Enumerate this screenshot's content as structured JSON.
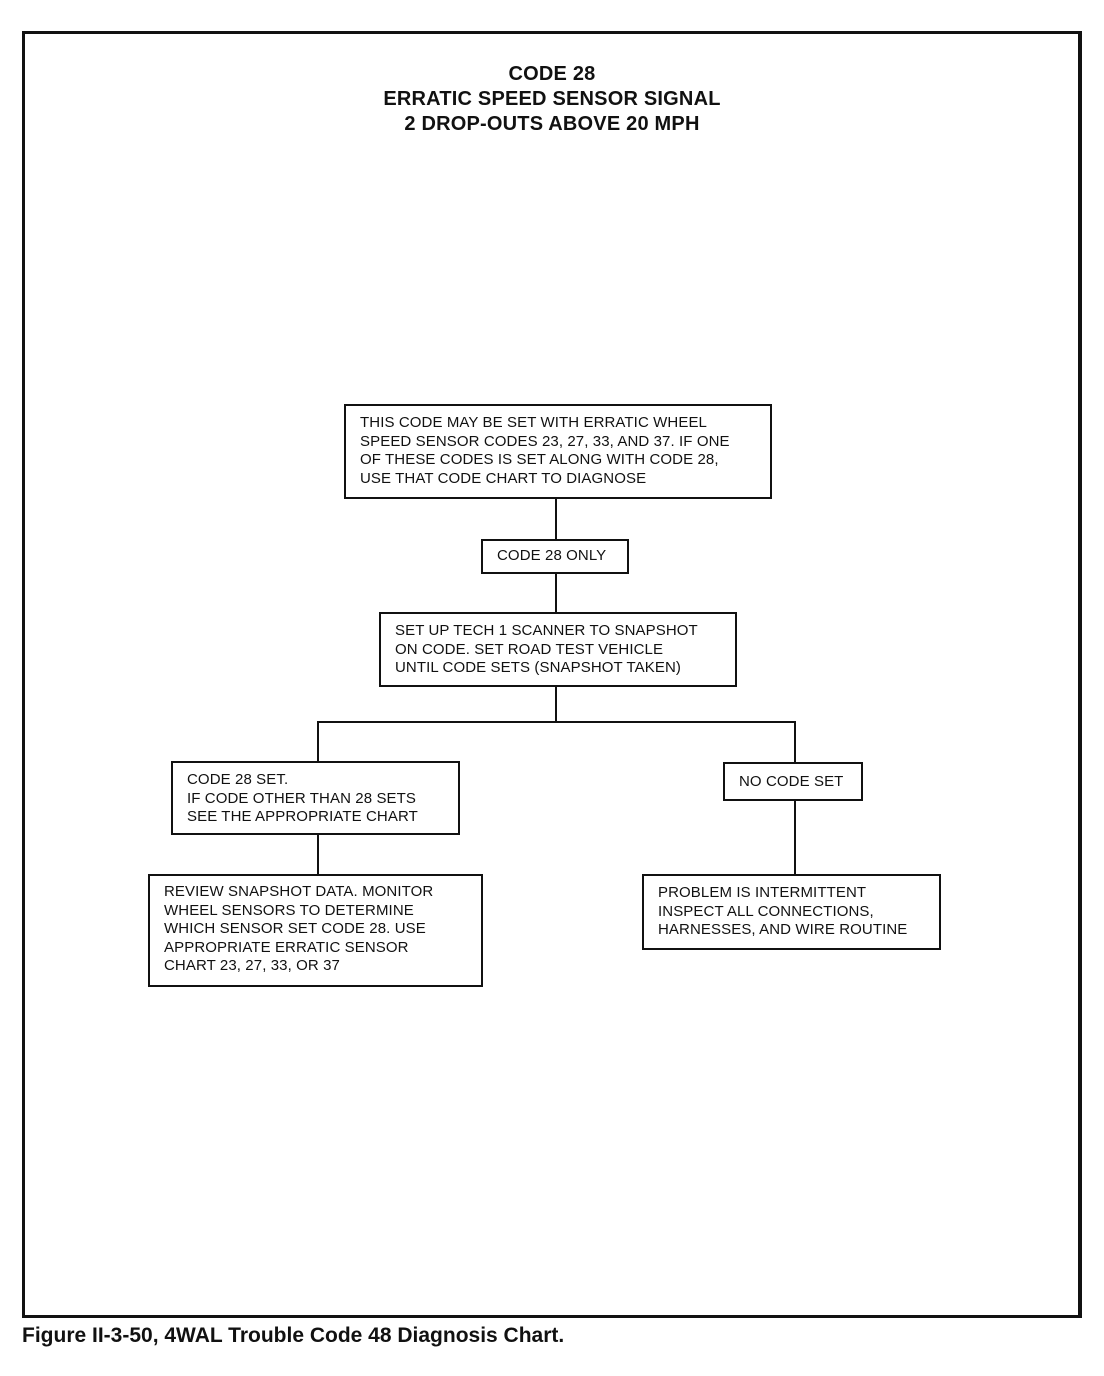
{
  "title": {
    "line1": "CODE 28",
    "line2": "ERRATIC SPEED SENSOR SIGNAL",
    "line3": "2 DROP-OUTS ABOVE 20 MPH"
  },
  "nodes": {
    "intro": {
      "lines": [
        "THIS CODE MAY BE SET WITH ERRATIC WHEEL",
        "SPEED SENSOR CODES 23, 27, 33, AND 37. IF ONE",
        "OF THESE CODES IS SET ALONG WITH CODE 28,",
        "USE THAT CODE CHART TO DIAGNOSE"
      ]
    },
    "code28_only": {
      "lines": [
        "CODE 28 ONLY"
      ]
    },
    "setup_scanner": {
      "lines": [
        "SET UP TECH 1 SCANNER TO SNAPSHOT",
        "ON CODE. SET ROAD TEST VEHICLE",
        "UNTIL CODE SETS (SNAPSHOT TAKEN)"
      ]
    },
    "code28_set": {
      "lines": [
        "CODE 28 SET.",
        "IF CODE OTHER THAN 28 SETS",
        "SEE THE APPROPRIATE CHART"
      ]
    },
    "no_code_set": {
      "lines": [
        "NO CODE SET"
      ]
    },
    "review_snapshot": {
      "lines": [
        "REVIEW SNAPSHOT DATA. MONITOR",
        "WHEEL SENSORS TO DETERMINE",
        "WHICH SENSOR SET CODE 28. USE",
        "APPROPRIATE ERRATIC SENSOR",
        "CHART 23, 27, 33, OR 37"
      ]
    },
    "intermittent": {
      "lines": [
        "PROBLEM IS INTERMITTENT",
        "INSPECT ALL CONNECTIONS,",
        "HARNESSES, AND WIRE ROUTINE"
      ]
    }
  },
  "caption": "Figure II-3-50, 4WAL Trouble Code 48 Diagnosis Chart."
}
